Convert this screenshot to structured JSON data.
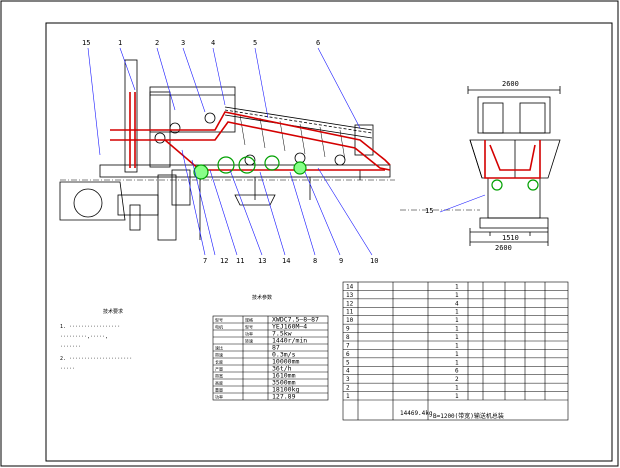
{
  "callouts_main": [
    "15",
    "1",
    "2",
    "3",
    "4",
    "5",
    "6",
    "7",
    "12",
    "11",
    "13",
    "14",
    "8",
    "9",
    "10"
  ],
  "side_view": {
    "dim_top": "2600",
    "dim_bottom_1": "1510",
    "dim_bottom_2": "2600",
    "callout": "15"
  },
  "notes_block": {
    "title": "技术要求",
    "lines": [
      "1. ·················",
      "·········,·····,",
      "·······",
      "2. ·····················",
      "·····"
    ]
  },
  "spec_table": {
    "title": "技术参数",
    "rows": [
      [
        "型号",
        "规格",
        "XWDC7.5—8—87"
      ],
      [
        "电机",
        "型号",
        "YEJ160M—4"
      ],
      [
        "",
        "功率",
        "7.5kw"
      ],
      [
        "",
        "转速",
        "1440r/min"
      ],
      [
        "速比",
        "",
        "87"
      ],
      [
        "带速",
        "",
        "0.3m/s"
      ],
      [
        "长度",
        "",
        "10000mm"
      ],
      [
        "产量",
        "",
        "36t/h"
      ],
      [
        "带宽",
        "",
        "1610mm"
      ],
      [
        "高度",
        "",
        "3500mm"
      ],
      [
        "重量",
        "",
        "18100kg"
      ],
      [
        "功率",
        "",
        "127.89"
      ]
    ]
  },
  "bom_table": {
    "rows": [
      [
        "14",
        "",
        "",
        "1",
        "",
        ""
      ],
      [
        "13",
        "",
        "",
        "1",
        "",
        ""
      ],
      [
        "12",
        "",
        "",
        "4",
        "",
        ""
      ],
      [
        "11",
        "",
        "",
        "1",
        "",
        ""
      ],
      [
        "10",
        "",
        "",
        "1",
        "",
        ""
      ],
      [
        "9",
        "",
        "",
        "1",
        "",
        ""
      ],
      [
        "8",
        "",
        "",
        "1",
        "",
        ""
      ],
      [
        "7",
        "",
        "",
        "1",
        "",
        ""
      ],
      [
        "6",
        "",
        "",
        "1",
        "",
        ""
      ],
      [
        "5",
        "",
        "",
        "1",
        "",
        ""
      ],
      [
        "4",
        "",
        "",
        "6",
        "",
        ""
      ],
      [
        "3",
        "",
        "",
        "2",
        "",
        ""
      ],
      [
        "2",
        "",
        "",
        "1",
        "",
        ""
      ],
      [
        "1",
        "",
        "",
        "1",
        "",
        ""
      ]
    ],
    "weight": "14469.4kg",
    "title_text": "B=1200(带宽)输送机总装"
  },
  "colors": {
    "frame": "#000000",
    "conveyor": "#d40000",
    "motor": "#00a000",
    "leader": "#1a1aff"
  }
}
